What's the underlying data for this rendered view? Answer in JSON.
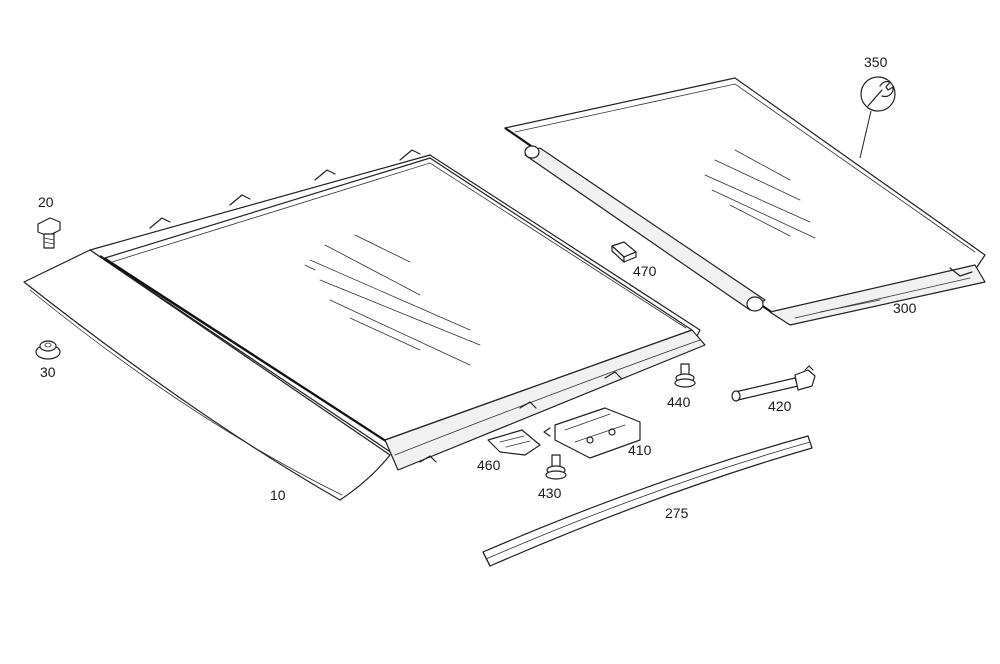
{
  "parts": [
    {
      "id": "10",
      "label": "10"
    },
    {
      "id": "20",
      "label": "20"
    },
    {
      "id": "30",
      "label": "30"
    },
    {
      "id": "275",
      "label": "275"
    },
    {
      "id": "300",
      "label": "300"
    },
    {
      "id": "350",
      "label": "350"
    },
    {
      "id": "410",
      "label": "410"
    },
    {
      "id": "420",
      "label": "420"
    },
    {
      "id": "430",
      "label": "430"
    },
    {
      "id": "440",
      "label": "440"
    },
    {
      "id": "460",
      "label": "460"
    },
    {
      "id": "470",
      "label": "470"
    }
  ],
  "icons": {
    "service_symbol": "wrench-icon"
  }
}
